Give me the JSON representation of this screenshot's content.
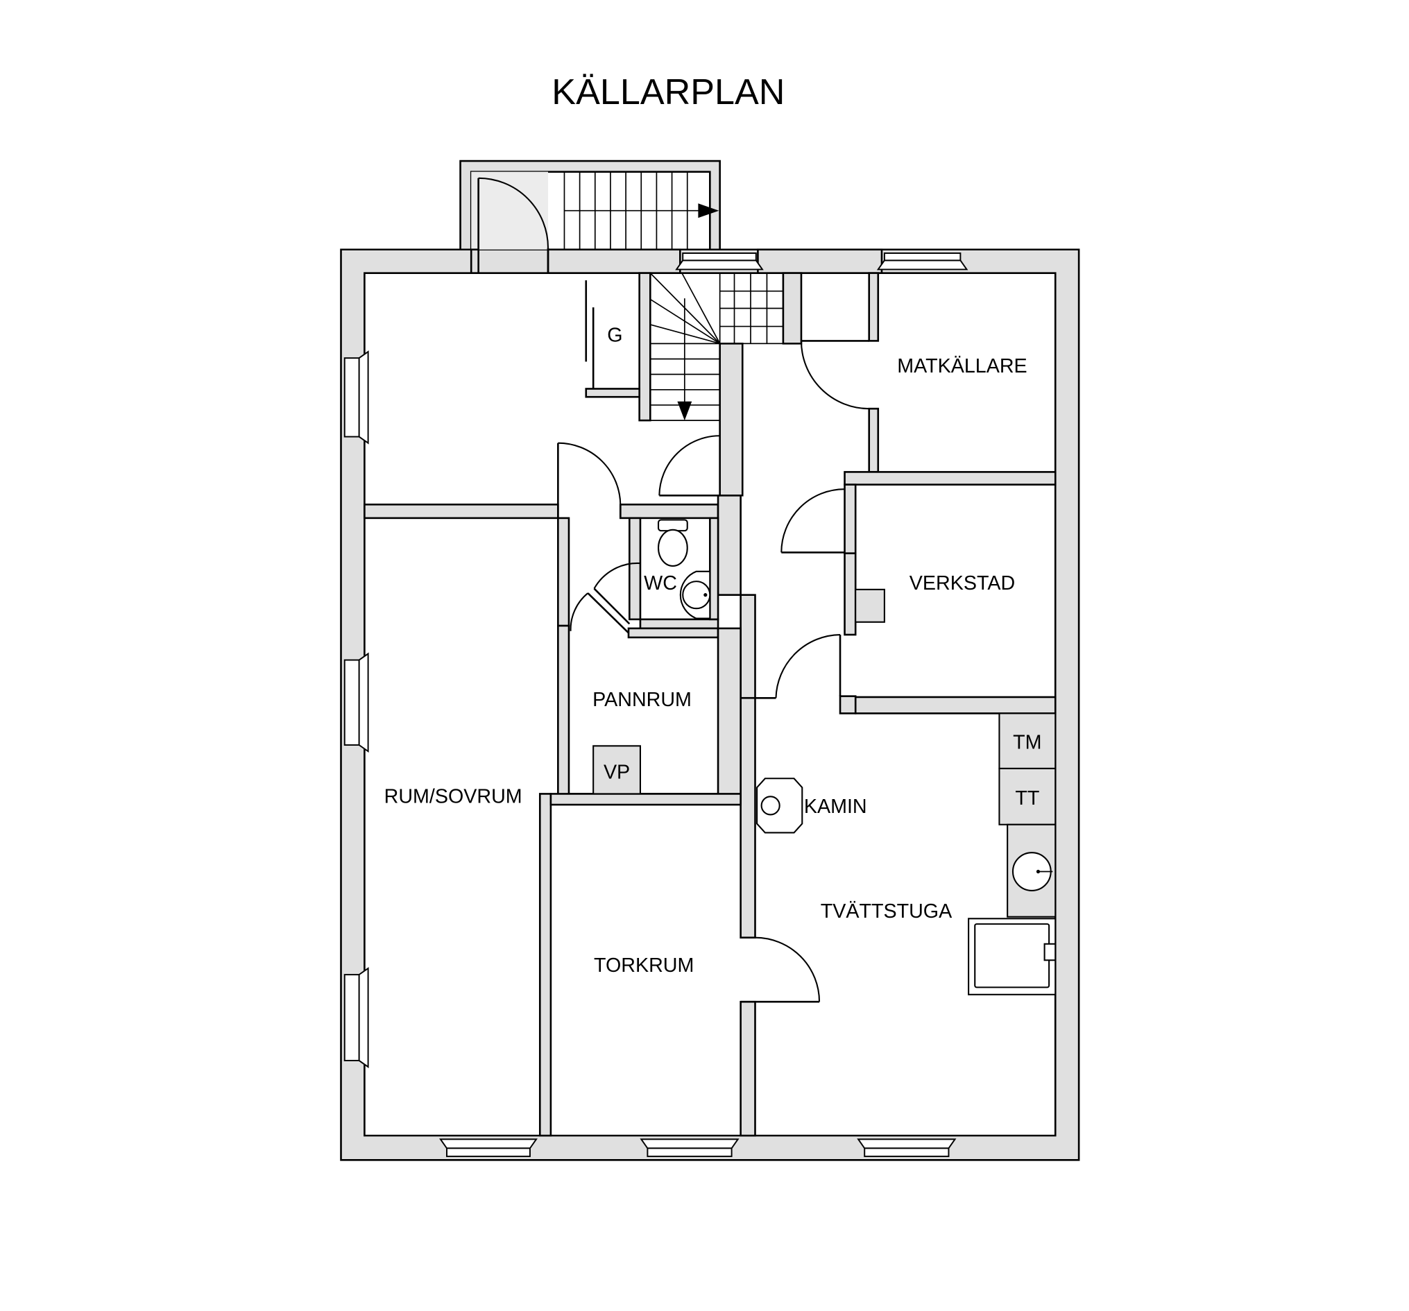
{
  "title": "KÄLLARPLAN",
  "rooms": {
    "matkallare": "MATKÄLLARE",
    "verkstad": "VERKSTAD",
    "wc": "WC",
    "pannrum": "PANNRUM",
    "rum_sovrum": "RUM/SOVRUM",
    "torkrum": "TORKRUM",
    "tvattstuga": "TVÄTTSTUGA"
  },
  "fixtures": {
    "wardrobe": "G",
    "heat_pump": "VP",
    "fireplace": "KAMIN",
    "washing_machine": "TM",
    "tumble_dryer": "TT"
  },
  "icons": {
    "toilet": "toilet-icon",
    "sink": "sink-icon",
    "stove": "stove-icon",
    "stairs": "stairs-icon",
    "arrow": "arrow-icon",
    "window": "window-icon",
    "door": "door-icon"
  },
  "colors": {
    "wall_fill": "#e0e0e0",
    "line": "#000000",
    "background": "#ffffff"
  }
}
